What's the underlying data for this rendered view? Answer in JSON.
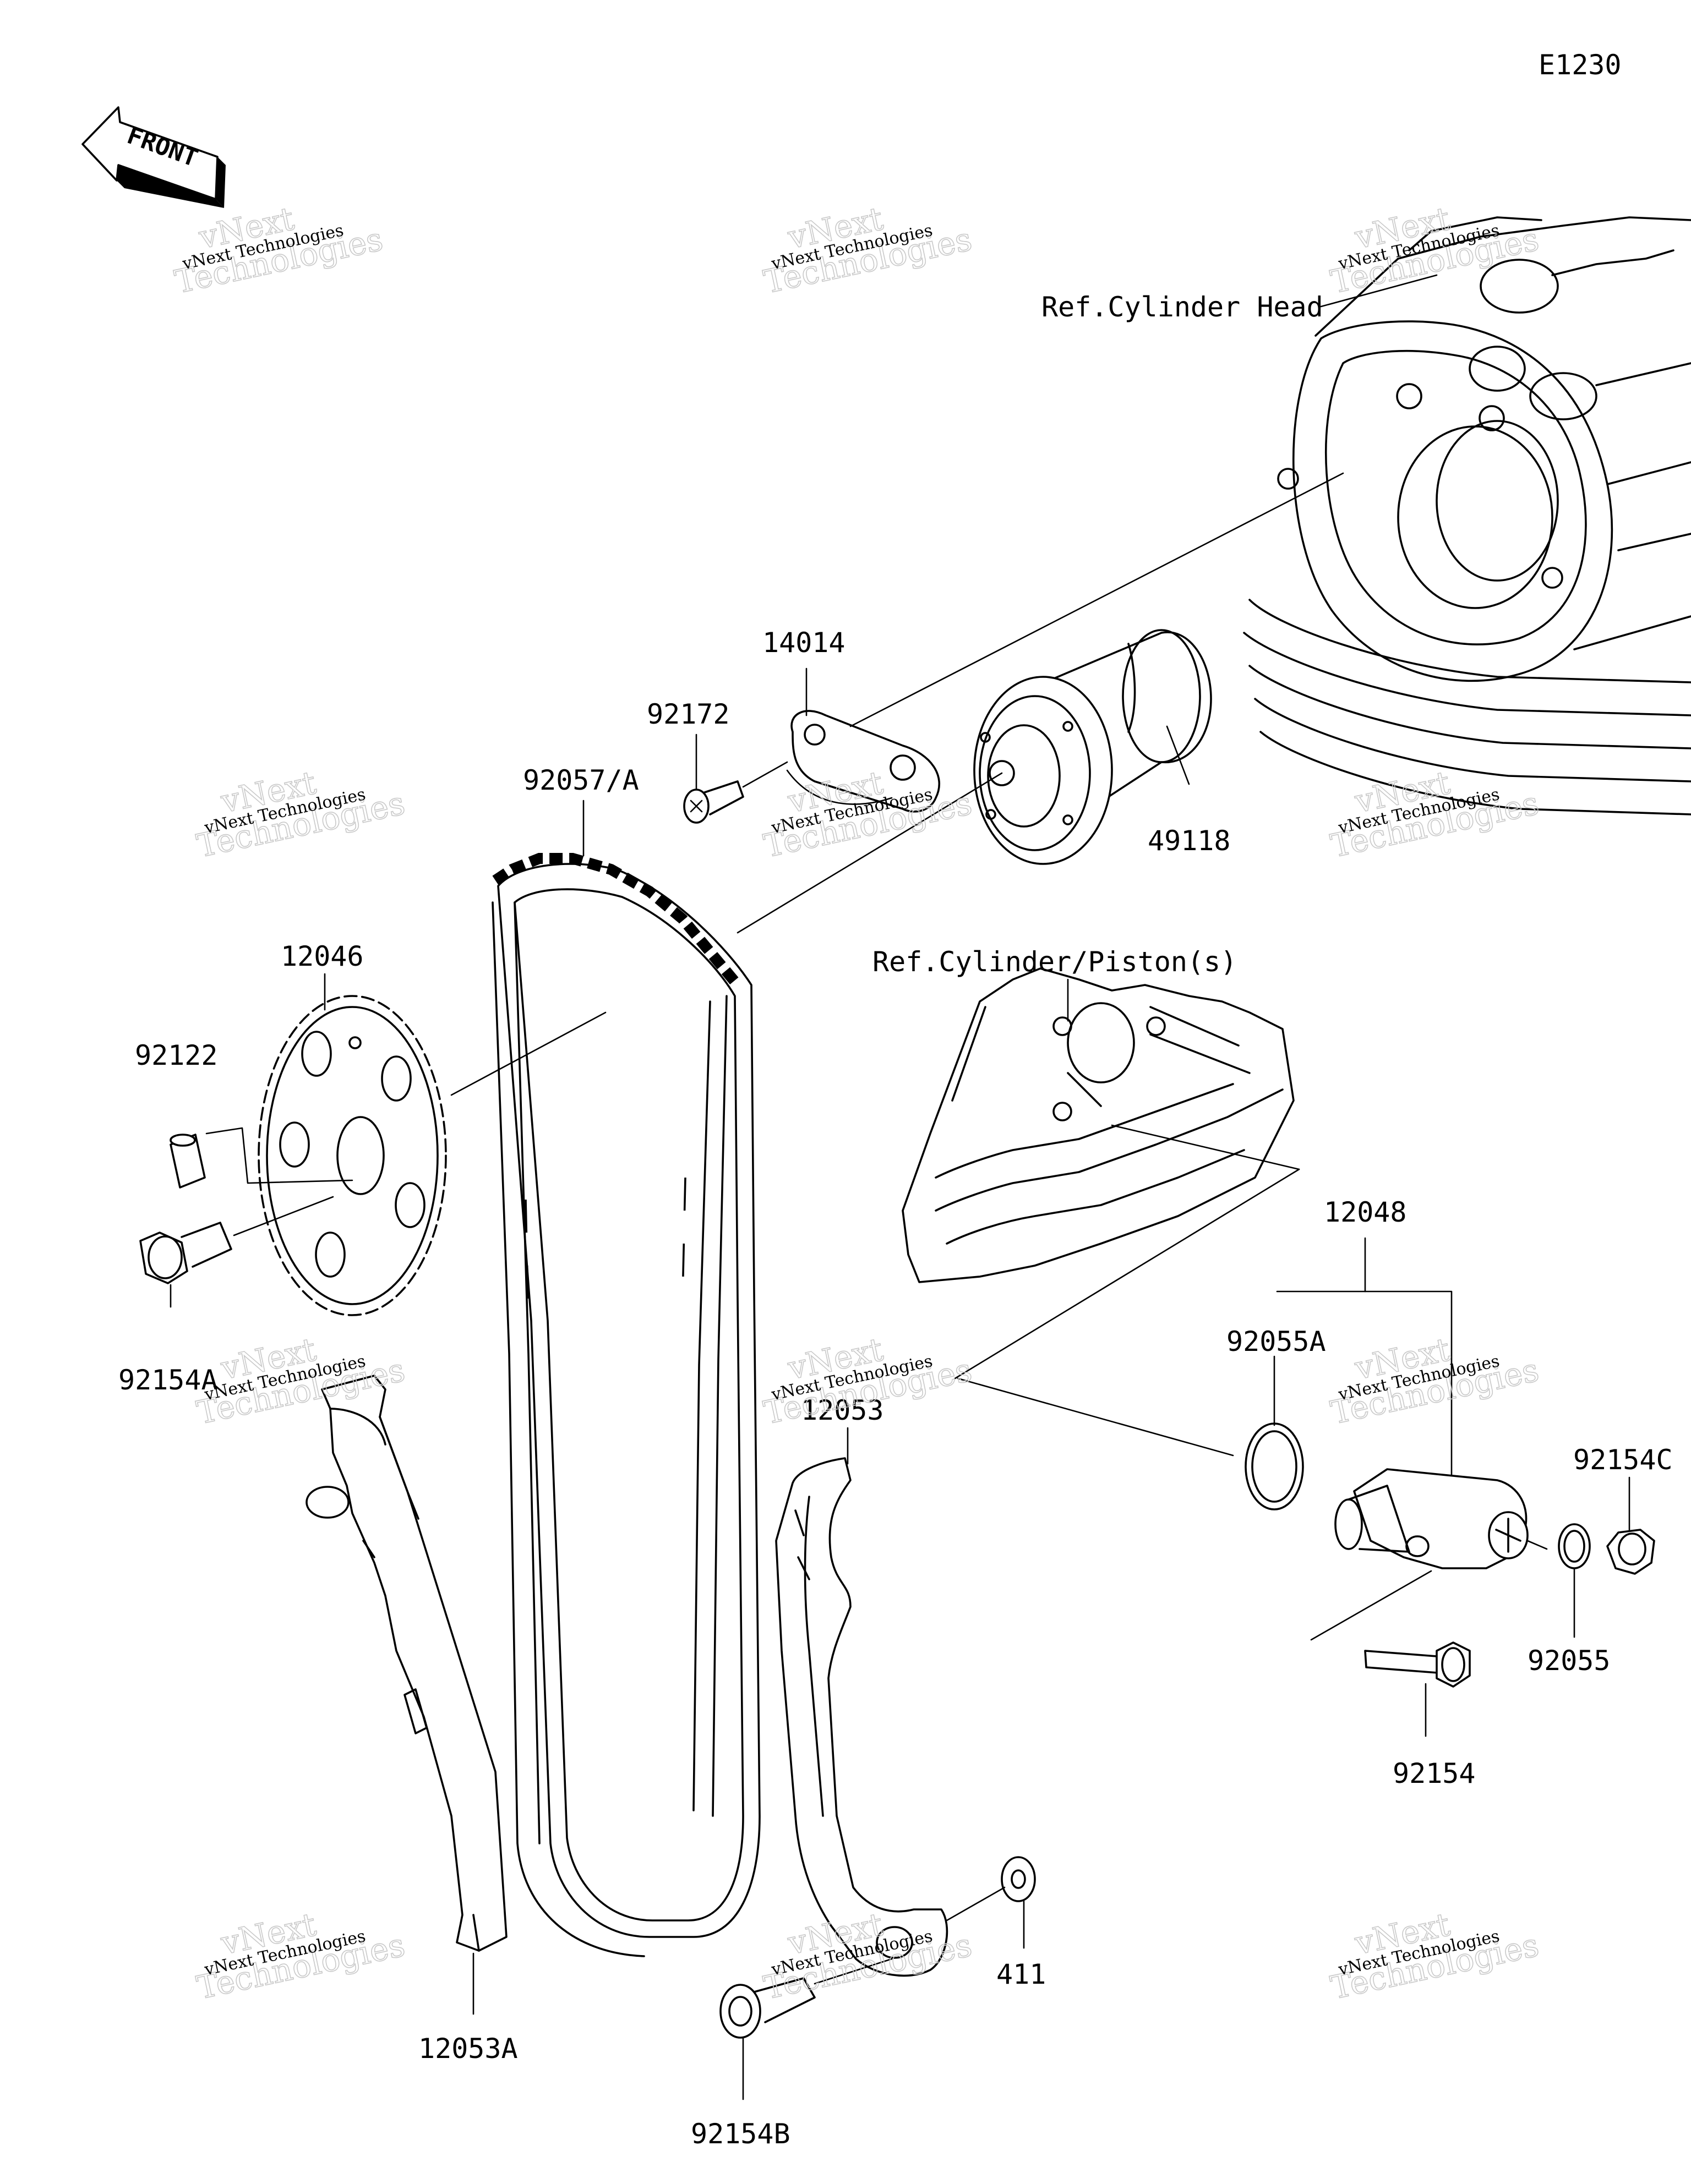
{
  "diagram_code": "E1230",
  "front_label": "FRONT",
  "references": {
    "cylinder_head": "Ref.Cylinder Head",
    "cylinder_piston": "Ref.Cylinder/Piston(s)"
  },
  "parts": {
    "p14014": "14014",
    "p92172": "92172",
    "p92057A": "92057/A",
    "p49118": "49118",
    "p12046": "12046",
    "p92122": "92122",
    "p92154A": "92154A",
    "p12048": "12048",
    "p92055A": "92055A",
    "p12053": "12053",
    "p92154C": "92154C",
    "p92055": "92055",
    "p92154": "92154",
    "p411": "411",
    "p12053A": "12053A",
    "p92154B": "92154B"
  },
  "watermark": {
    "small": "vNext Technologies",
    "large_top": "vNext",
    "large_bottom": "Technologies"
  }
}
